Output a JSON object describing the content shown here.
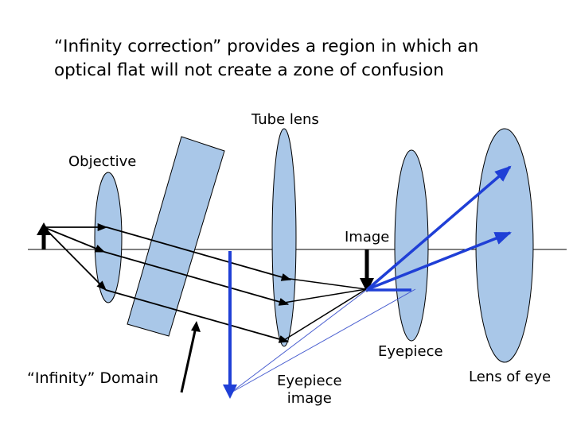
{
  "title": {
    "line1": "“Infinity correction” provides a region in which an",
    "line2": "optical flat will not create a zone of confusion"
  },
  "labels": {
    "tube_lens": "Tube lens",
    "objective": "Objective",
    "image": "Image",
    "eyepiece": "Eyepiece",
    "infinity_domain": "“Infinity” Domain",
    "eyepiece_image_line1": "Eyepiece",
    "eyepiece_image_line2": "image",
    "lens_of_eye": "Lens of eye"
  },
  "colors": {
    "lens_fill": "#a9c7e8",
    "lens_stroke": "#000000",
    "blue_ray": "#1f3fd6",
    "thin_ray": "#4a5fd0",
    "black": "#000000"
  }
}
